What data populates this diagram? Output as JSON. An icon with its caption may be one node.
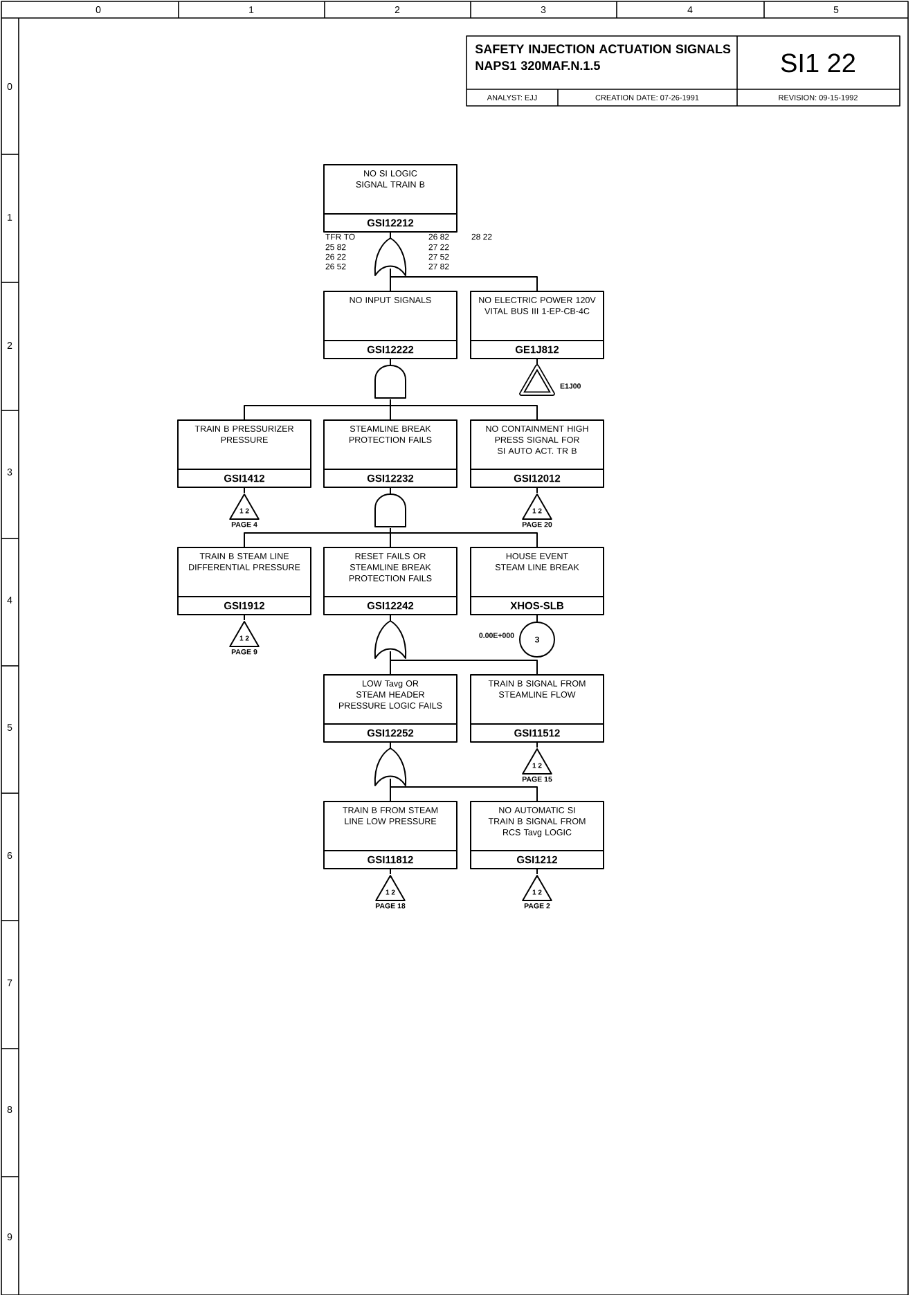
{
  "diagram": {
    "title": "SAFETY INJECTION ACTUATION SIGNALS NAPS1 320MAF.N.1.5",
    "nodes": [
      {
        "text": [
          "NO SI LOGIC SIGNAL TRAIN B",
          "GSI12212"
        ]
      },
      {
        "text": [],
        "shape": "or-gate"
      },
      {
        "text": [
          "NO INPUT SIGNALS",
          "GSI12222"
        ]
      },
      {
        "text": [
          "NO ELECTRIC POWER 120V VITAL BUS III 1-EP-CB-4C",
          "GE1J812"
        ]
      },
      {
        "text": [],
        "shape": "and-gate"
      },
      {
        "text": [],
        "shape": "triangle",
        "beside": [
          "E1J00"
        ]
      },
      {
        "text": [
          "TRAIN B PRESSURIZER PRESSURE",
          "GSI1412"
        ]
      },
      {
        "text": [
          "STEAMLINE BREAK PROTECTION FAILS",
          "GSI12232"
        ]
      },
      {
        "text": [
          "NO CONTAINMENT HIGH PRESS SIGNAL FOR SI AUTO ACT. TR B",
          "GSI12012"
        ]
      },
      {
        "text": [
          "1 2"
        ],
        "beside": [
          "PAGE 4"
        ]
      },
      {
        "text": [],
        "shape": "and-gate"
      },
      {
        "text": [
          "1 2"
        ],
        "beside": [
          "PAGE 20"
        ]
      },
      {
        "text": [
          "TRAIN B STEAM LINE DIFFERENTIAL PRESSURE",
          "GSI1912"
        ]
      },
      {
        "text": [
          "RESET FAILS OR STEAMLINE BREAK PROTECTION FAILS",
          "GSI12242"
        ]
      },
      {
        "text": [
          "HOUSE EVENT STEAM LINE BREAK",
          "XHOS-SLB"
        ]
      },
      {
        "text": [
          "1 2"
        ],
        "beside": [
          "PAGE 9"
        ]
      },
      {
        "text": [],
        "shape": "or-gate"
      },
      {
        "text": [
          "3"
        ],
        "beside": [
          "0.00E+000"
        ]
      },
      {
        "text": [
          "LOW Tavg OR STEAM HEADER PRESSURE LOGIC FAILS",
          "GSI12252"
        ]
      },
      {
        "text": [
          "TRAIN B SIGNAL FROM STEAMLINE FLOW",
          "GSI11512"
        ]
      },
      {
        "text": [],
        "shape": "or-gate"
      },
      {
        "text": [
          "1 2"
        ],
        "beside": [
          "PAGE 15"
        ]
      },
      {
        "text": [
          "TRAIN B FROM STEAM LINE LOW PRESSURE",
          "GSI11812"
        ]
      },
      {
        "text": [
          "NO AUTOMATIC SI TRAIN B SIGNAL FROM RCS Tavg LOGIC",
          "GSI1212"
        ]
      },
      {
        "text": [
          "1 2"
        ],
        "beside": [
          "PAGE 18"
        ]
      },
      {
        "text": [
          "1 2"
        ],
        "beside": [
          "PAGE 2"
        ]
      }
    ],
    "edges": [
      {
        "from": 0,
        "to": 1,
        "arrow": "none"
      },
      {
        "from": 1,
        "to": 2,
        "arrow": "none"
      },
      {
        "from": 1,
        "to": 3,
        "arrow": "none"
      },
      {
        "from": 2,
        "to": 4,
        "arrow": "none"
      },
      {
        "from": 3,
        "to": 5,
        "arrow": "none"
      },
      {
        "from": 4,
        "to": 6,
        "arrow": "none"
      },
      {
        "from": 4,
        "to": 7,
        "arrow": "none"
      },
      {
        "from": 4,
        "to": 8,
        "arrow": "none"
      },
      {
        "from": 6,
        "to": 9,
        "arrow": "none"
      },
      {
        "from": 7,
        "to": 10,
        "arrow": "none"
      },
      {
        "from": 8,
        "to": 11,
        "arrow": "none"
      },
      {
        "from": 10,
        "to": 12,
        "arrow": "none"
      },
      {
        "from": 10,
        "to": 13,
        "arrow": "none"
      },
      {
        "from": 10,
        "to": 14,
        "arrow": "none"
      },
      {
        "from": 12,
        "to": 15,
        "arrow": "none"
      },
      {
        "from": 13,
        "to": 16,
        "arrow": "none"
      },
      {
        "from": 14,
        "to": 17,
        "arrow": "none"
      },
      {
        "from": 16,
        "to": 18,
        "arrow": "none"
      },
      {
        "from": 16,
        "to": 19,
        "arrow": "none"
      },
      {
        "from": 18,
        "to": 20,
        "arrow": "none"
      },
      {
        "from": 19,
        "to": 21,
        "arrow": "none"
      },
      {
        "from": 20,
        "to": 22,
        "arrow": "none"
      },
      {
        "from": 20,
        "to": 23,
        "arrow": "none"
      },
      {
        "from": 22,
        "to": 24,
        "arrow": "none"
      },
      {
        "from": 23,
        "to": 25,
        "arrow": "none"
      }
    ],
    "labels": [
      "0",
      "1",
      "2",
      "3",
      "4",
      "5",
      "SI1 22",
      "ANALYST: EJJ",
      "CREATION DATE: 07-26-1991",
      "REVISION: 09-15-1992",
      "0",
      "1",
      "2",
      "3",
      "4",
      "5",
      "6",
      "7",
      "8",
      "9",
      "TFR TO",
      "25 82",
      "26 22",
      "26 52",
      "26 82",
      "27 22",
      "27 52",
      "27 82",
      "28 22"
    ]
  }
}
